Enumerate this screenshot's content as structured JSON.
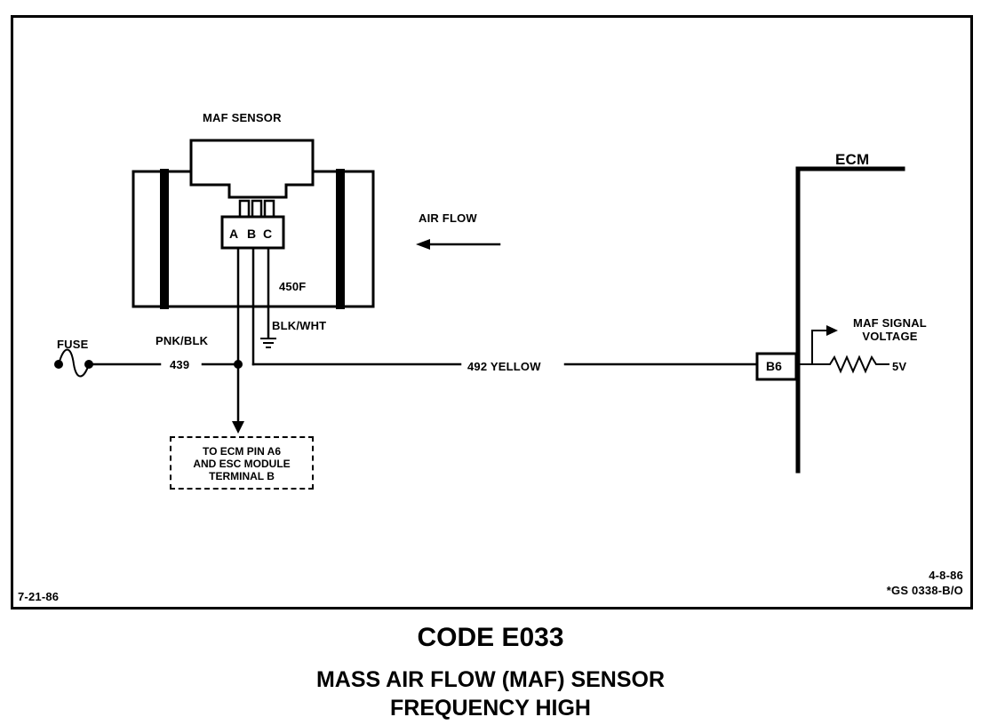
{
  "diagram": {
    "maf_sensor_label": "MAF SENSOR",
    "pins": {
      "a": "A",
      "b": "B",
      "c": "C"
    },
    "wire_450_label": "450F",
    "ground_wire_label": "BLK/WHT",
    "air_flow_label": "AIR FLOW",
    "ecm_label": "ECM",
    "fuse_label": "FUSE",
    "power_wire_color": "PNK/BLK",
    "power_wire_number": "439",
    "signal_wire_label": "492 YELLOW",
    "ecm_pin_label": "B6",
    "maf_signal_label_line1": "MAF SIGNAL",
    "maf_signal_label_line2": "VOLTAGE",
    "reference_voltage": "5V",
    "note_line1": "TO ECM PIN A6",
    "note_line2": "AND ESC MODULE",
    "note_line3": "TERMINAL B",
    "date_left": "7-21-86",
    "date_right": "4-8-86",
    "doc_code": "*GS 0338-B/O"
  },
  "caption": {
    "code": "CODE E033",
    "line1": "MASS AIR FLOW (MAF) SENSOR",
    "line2": "FREQUENCY HIGH"
  }
}
